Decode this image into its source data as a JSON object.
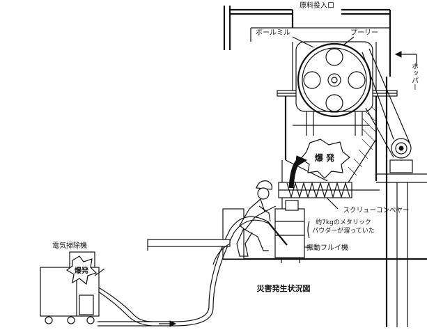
{
  "labels": {
    "material_inlet": "原料投入口",
    "ball_mill": "ボールミル",
    "pulley": "プーリー",
    "hopper": "ホッパー",
    "explosion_main": "爆 発",
    "screw_conveyor": "スクリューコンベヤー",
    "powder_note_line1": "約7kgのメタリック",
    "powder_note_line2": "パウダーが溜っていた",
    "vibrating_sieve": "振動フルイ機",
    "vacuum_cleaner": "電気掃除機",
    "explosion_cleaner": "爆発",
    "figure_title": "災害発生状況図"
  }
}
